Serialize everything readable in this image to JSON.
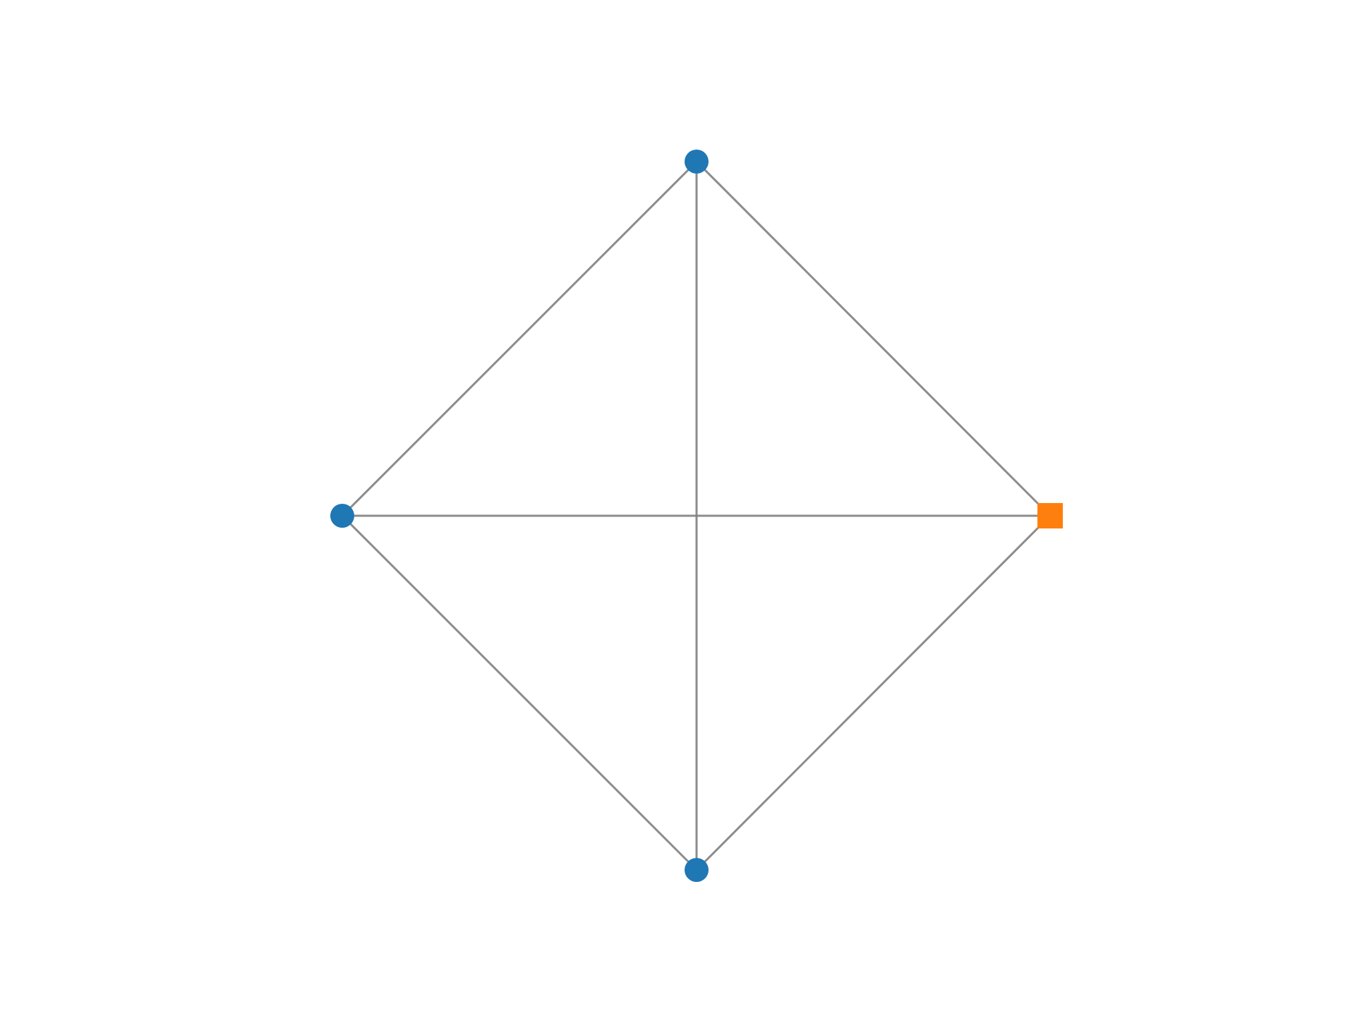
{
  "diagram": {
    "type": "graph",
    "directed": false,
    "nodes": [
      {
        "id": "top",
        "shape": "circle",
        "color": "#1f77b4"
      },
      {
        "id": "left",
        "shape": "circle",
        "color": "#1f77b4"
      },
      {
        "id": "right",
        "shape": "square",
        "color": "#ff7f0e"
      },
      {
        "id": "bottom",
        "shape": "circle",
        "color": "#1f77b4"
      }
    ],
    "edges": [
      {
        "source": "top",
        "target": "left"
      },
      {
        "source": "top",
        "target": "right"
      },
      {
        "source": "top",
        "target": "bottom"
      },
      {
        "source": "left",
        "target": "right"
      },
      {
        "source": "left",
        "target": "bottom"
      },
      {
        "source": "right",
        "target": "bottom"
      }
    ],
    "edge_color": "#7f7f7f",
    "background": "#ffffff"
  }
}
